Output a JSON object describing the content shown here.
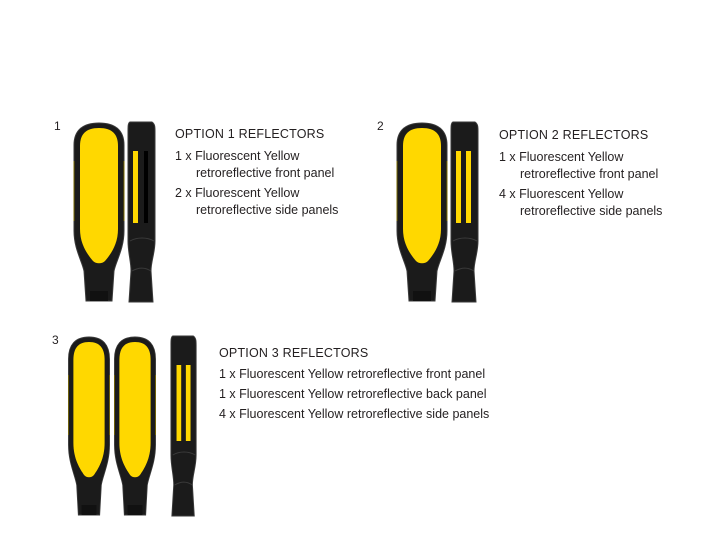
{
  "colors": {
    "reflector_yellow": "#ffd800",
    "body_black": "#1b1b1b",
    "body_edge": "#3a3a3a",
    "text": "#231f20"
  },
  "options": [
    {
      "number": "1",
      "title": "OPTION 1 REFLECTORS",
      "lines": [
        "1 x Fluorescent Yellow retroreflective front panel",
        "2 x Fluorescent Yellow retroreflective side panels"
      ]
    },
    {
      "number": "2",
      "title": "OPTION 2 REFLECTORS",
      "lines": [
        "1 x Fluorescent Yellow retroreflective front panel",
        "4 x Fluorescent Yellow retroreflective side panels"
      ]
    },
    {
      "number": "3",
      "title": "OPTION 3 REFLECTORS",
      "lines": [
        "1 x Fluorescent Yellow retroreflective front panel",
        "1 x Fluorescent Yellow retroreflective back panel",
        "4 x Fluorescent Yellow retroreflective side panels"
      ]
    }
  ]
}
